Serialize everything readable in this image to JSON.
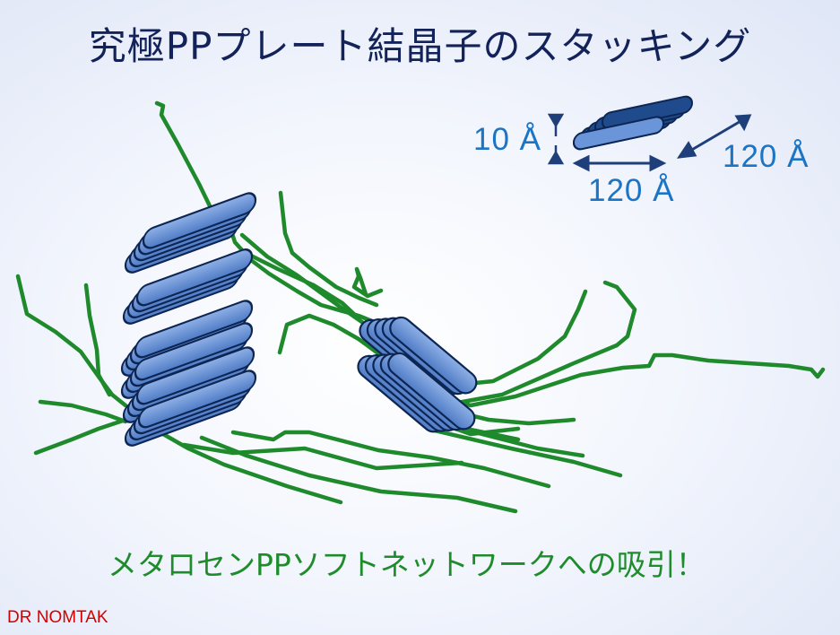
{
  "title": "究極PPプレート結晶子のスタッキング",
  "subtitle": "メタロセンPPソフトネットワークへの吸引！",
  "credit": "DR NOMTAK",
  "dimensions": {
    "thickness": "10 Å",
    "length": "120 Å",
    "width": "120 Å"
  },
  "colors": {
    "chain": "#1e8a2c",
    "plate_fill": "#6a95d8",
    "plate_stroke": "#0d2552",
    "title": "#13235a",
    "subtitle": "#1e8c2b",
    "dimension_text": "#1c74c4",
    "credit": "#d40000"
  }
}
